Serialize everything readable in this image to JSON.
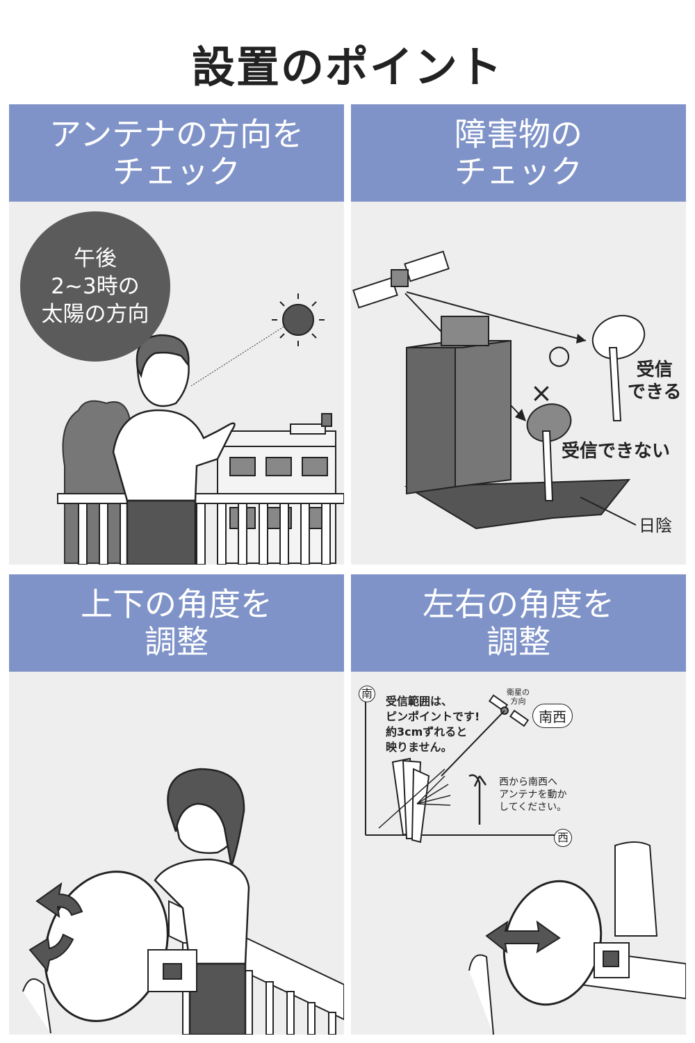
{
  "title": "設置のポイント",
  "panels": [
    {
      "head": [
        "アンテナの方向を",
        "チェック"
      ],
      "bubble": [
        "午後",
        "2~3時の",
        "太陽の方向"
      ]
    },
    {
      "head": [
        "障害物の",
        "チェック"
      ],
      "ok_mark": "○",
      "ng_mark": "×",
      "ok_label": [
        "受信",
        "できる"
      ],
      "ng_label": "受信できない",
      "shade_label": "日陰"
    },
    {
      "head": [
        "上下の角度を",
        "調整"
      ]
    },
    {
      "head": [
        "左右の角度を",
        "調整"
      ],
      "axis_south": "南",
      "axis_west": "西",
      "satellite_dir": [
        "衛星の",
        "方向"
      ],
      "southwest_badge": "南西",
      "note": [
        "受信範囲は、",
        "ピンポイントです!",
        "約3cmずれると",
        "映りません。"
      ],
      "instruction": [
        "西から南西へ",
        "アンテナを動か",
        "してください。"
      ]
    }
  ]
}
